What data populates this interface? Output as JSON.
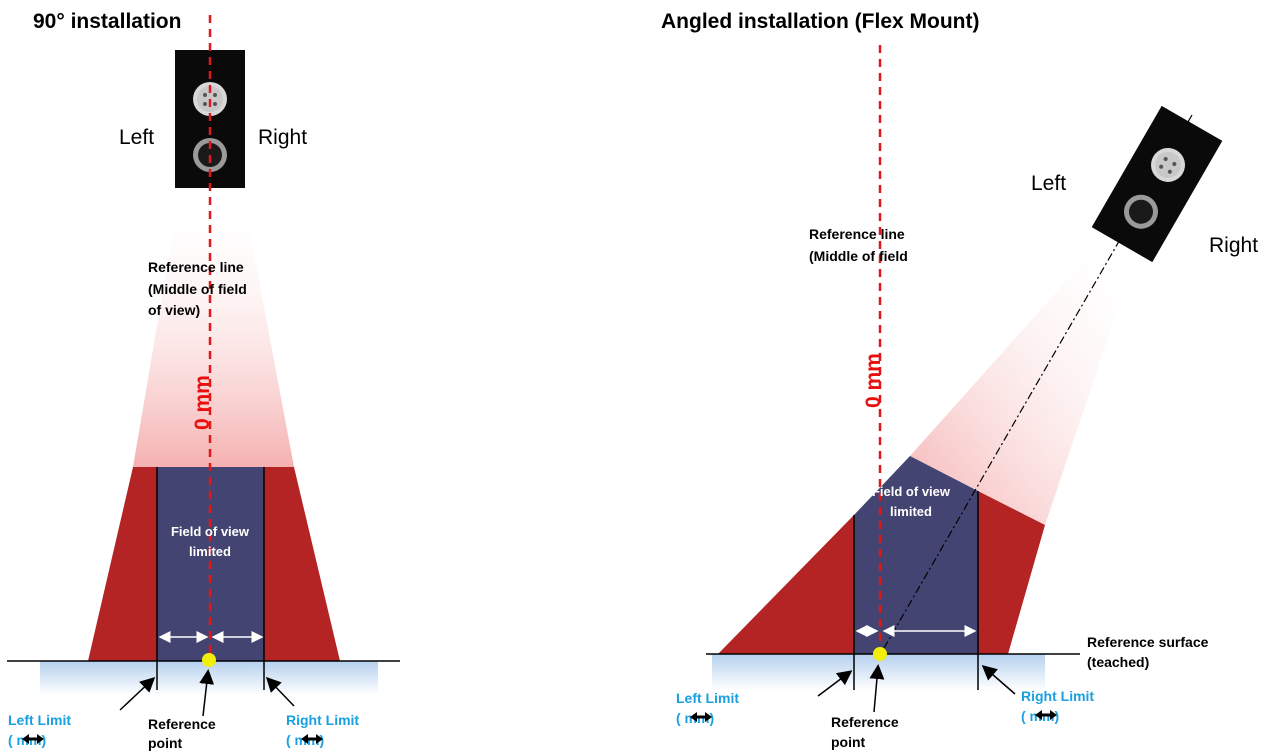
{
  "colors": {
    "fov_fill": "#434471",
    "red_region": "#b42424",
    "beam": "#f4a8a8",
    "reference_line": "#e01818",
    "reference_point": "#f2ee0c",
    "limit_text": "#1aa0e0",
    "surface": "#b5d0ee"
  },
  "left_panel": {
    "title": "90° installation",
    "left_label": "Left",
    "right_label": "Right",
    "reference_line_label": [
      "Reference line",
      "(Middle of field",
      "of view)"
    ],
    "zero_label": "0 mm",
    "fov_label": [
      "Field of view",
      "limited"
    ],
    "left_limit": [
      "Left Limit",
      "( mm)"
    ],
    "right_limit": [
      "Right Limit",
      "( mm)"
    ],
    "reference_point": [
      "Reference",
      "point"
    ]
  },
  "right_panel": {
    "title": "Angled installation (Flex Mount)",
    "left_label": "Left",
    "right_label": "Right",
    "reference_line_label": [
      "Reference line",
      "(Middle of field"
    ],
    "zero_label": "0 mm",
    "fov_label": [
      "Field of view",
      "limited"
    ],
    "left_limit": [
      "Left Limit",
      "( mm)"
    ],
    "right_limit": [
      "Right Limit",
      "( mm)"
    ],
    "reference_point": [
      "Reference",
      "point"
    ],
    "reference_surface": [
      "Reference surface",
      "(teached)"
    ]
  }
}
